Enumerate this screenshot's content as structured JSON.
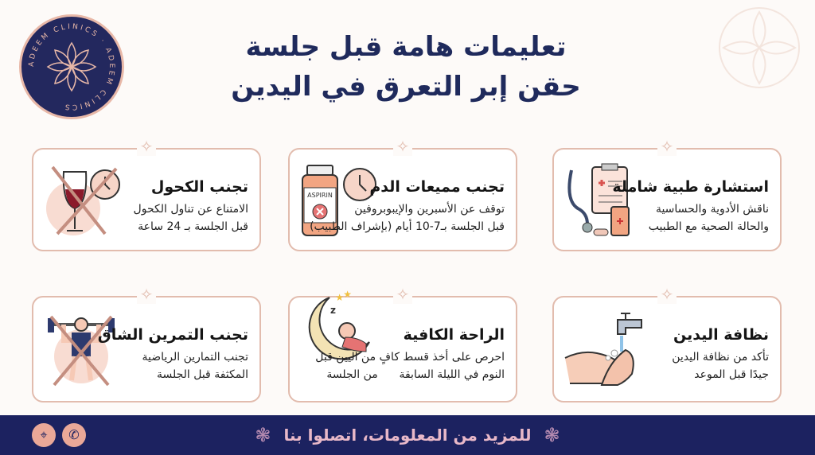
{
  "logo": {
    "text": "ADEEM CLINICS"
  },
  "title": {
    "line1": "تعليمات هامة قبل جلسة",
    "line2": "حقن إبر التعرق في اليدين"
  },
  "cards": [
    {
      "title": "استشارة طبية شاملة",
      "line1": "ناقش الأدوية والحساسية",
      "line2": "والحالة الصحية مع الطبيب",
      "icon": "clipboard-stethoscope-icon"
    },
    {
      "title": "تجنب مميعات الدم",
      "line1": "توقف عن الأسبرين والإيبوبروفين",
      "line2": "قبل الجلسة بـ7-10 أيام (بإشراف الطبيب)",
      "icon": "aspirin-bottle-icon",
      "icon_label": "ASPIRIN"
    },
    {
      "title": "تجنب الكحول",
      "line1": "الامتناع عن تناول الكحول",
      "line2": "قبل الجلسة بـ 24 ساعة",
      "icon": "no-wine-icon"
    },
    {
      "title": "نظافة اليدين",
      "line1": "تأكد من نظافة اليدين",
      "line2": "جيدًا قبل الموعد",
      "icon": "hand-washing-icon"
    },
    {
      "title": "الراحة الكافية",
      "line1": "احرص على أخذ قسط كافٍ من اليين قبل",
      "line2": "النوم في الليلة السابقة      من الجلسة",
      "icon": "sleeping-moon-icon"
    },
    {
      "title": "تجنب التمرين الشاق",
      "line1": "تجنب التمارين الرياضية",
      "line2": "المكثفة قبل الجلسة",
      "icon": "no-weightlifting-icon"
    }
  ],
  "footer": {
    "text": "للمزيد من المعلومات، اتصلوا بنا",
    "icons": [
      "location-icon",
      "phone-icon"
    ]
  },
  "colors": {
    "navy": "#1c2260",
    "accent": "#e2bcae",
    "pink": "#eaa898"
  }
}
